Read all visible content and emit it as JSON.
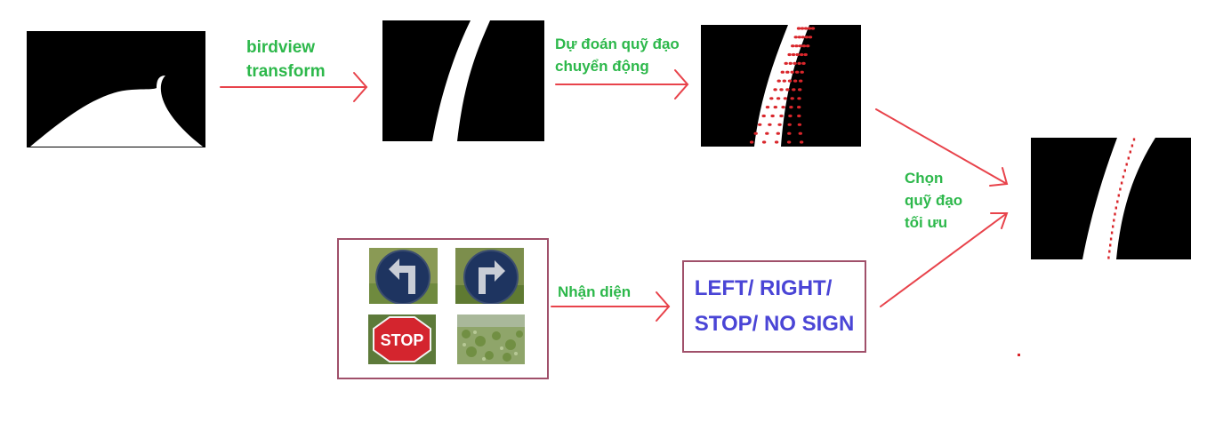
{
  "labels": {
    "birdview": "birdview\ntransform",
    "predict": "Dự đoán quỹ đạo\nchuyển động",
    "choose": "Chọn\nquỹ đạo\ntối ưu",
    "recognize": "Nhận diện"
  },
  "signs": {
    "stop_text": "STOP"
  },
  "result": {
    "text": "LEFT/ RIGHT/\nSTOP/ NO SIGN"
  },
  "colors": {
    "arrow": "#e8434b",
    "label": "#2db84b",
    "result_text": "#4a45d6",
    "box_border": "#a0506a",
    "trajectory": "#d9262b"
  },
  "icons": [
    "left-turn-sign-icon",
    "right-turn-sign-icon",
    "stop-sign-icon",
    "no-sign-grass-image"
  ]
}
